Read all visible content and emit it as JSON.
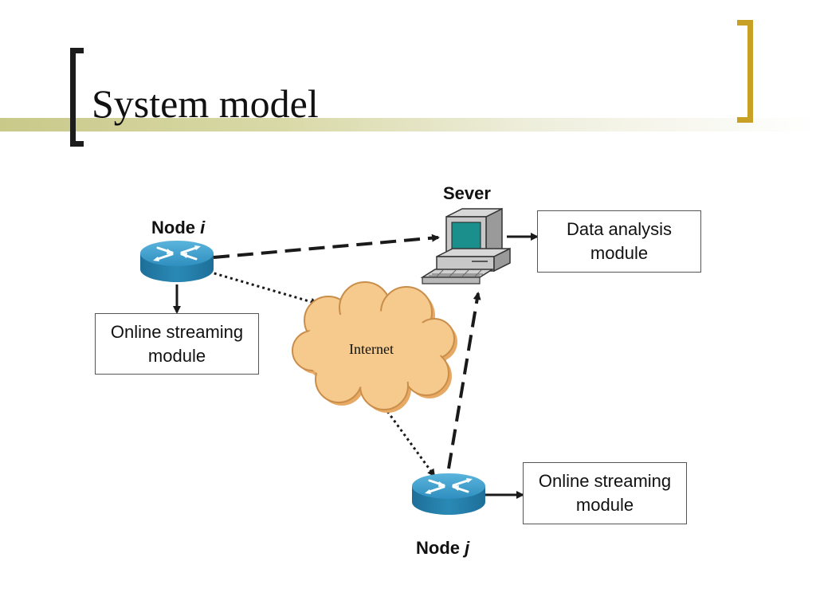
{
  "slide": {
    "title": "System model"
  },
  "diagram": {
    "server": {
      "label": "Sever"
    },
    "node_i": {
      "label": "Node",
      "var": "i"
    },
    "node_j": {
      "label": "Node",
      "var": "j"
    },
    "cloud": {
      "label": "Internet"
    },
    "boxes": {
      "data_analysis": "Data analysis\nmodule",
      "streaming_i": "Online streaming\nmodule",
      "streaming_j": "Online streaming\nmodule"
    }
  },
  "colors": {
    "accent_gold": "#c8a024",
    "router_blue": "#2a8ab5",
    "cloud_orange": "#f6c98c",
    "monitor_teal": "#1a8f8c"
  },
  "icons": [
    "router-icon",
    "server-computer-icon",
    "internet-cloud-icon"
  ]
}
